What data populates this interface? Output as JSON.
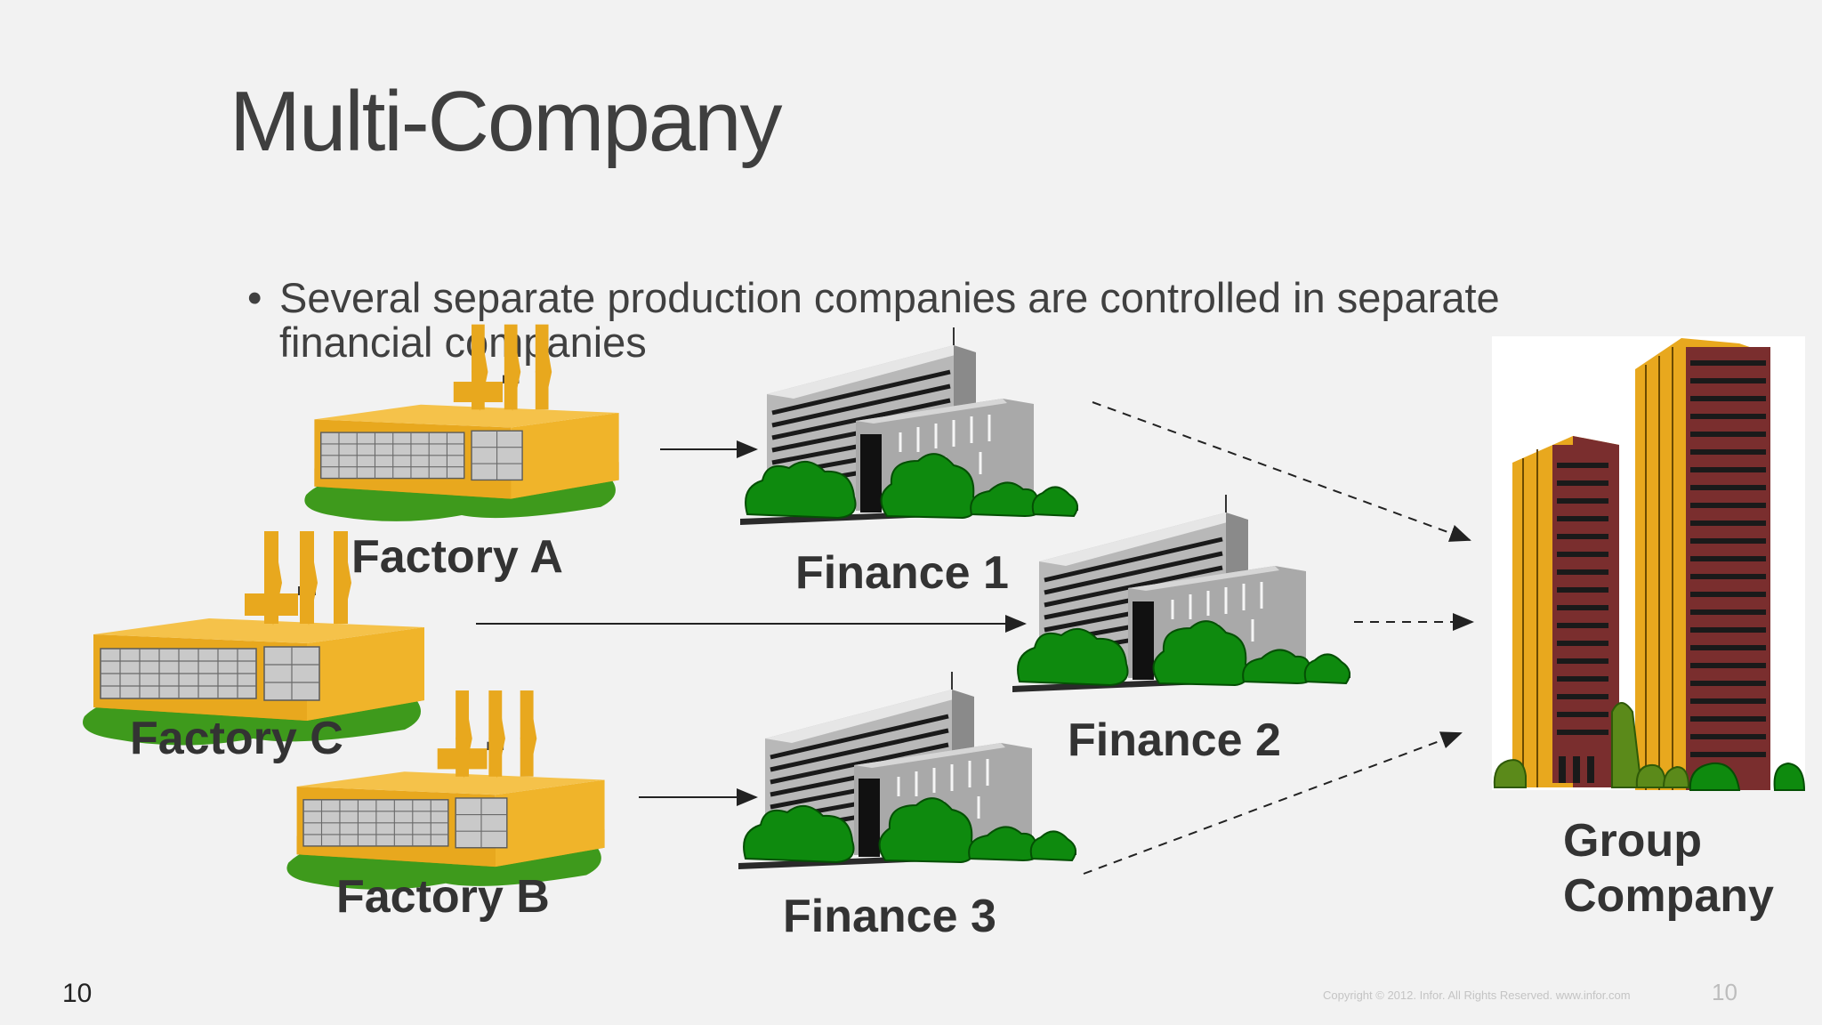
{
  "slide": {
    "title": "Multi-Company",
    "bullet": "Several separate production companies are controlled in separate financial companies",
    "page_number_left": "10",
    "page_number_right": "10",
    "copyright": "Copyright © 2012. Infor. All Rights Reserved. www.infor.com"
  },
  "nodes": {
    "factory_a": "Factory A",
    "factory_b": "Factory B",
    "factory_c": "Factory C",
    "finance_1": "Finance 1",
    "finance_2": "Finance 2",
    "finance_3": "Finance 3",
    "group_line1": "Group",
    "group_line2": "Company"
  },
  "colors": {
    "factory": "#e8a81e",
    "finance": "#a9a9a9",
    "tree": "#0e8a0e",
    "tower_light": "#e8a81e",
    "tower_dark": "#7a2e2e"
  }
}
